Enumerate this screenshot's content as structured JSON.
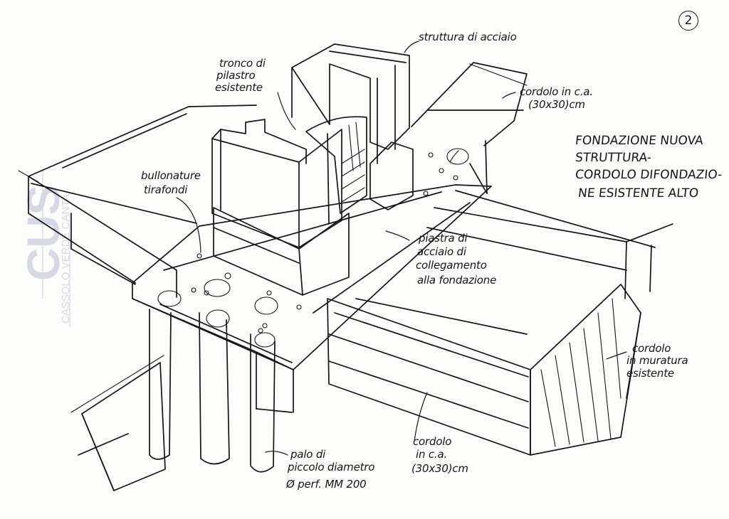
{
  "sheet": {
    "page_number": "2",
    "title_lines": [
      "FONDAZIONE NUOVA",
      "STRUTTURA-",
      "CORDOLO DIFONDAZIO-",
      "NE ESISTENTE ALTO"
    ],
    "bleed_through": [
      "CUS",
      "CASSOLO VERDE CANTA"
    ]
  },
  "labels": {
    "struttura": [
      "struttura di acciaio"
    ],
    "tronco": [
      "tronco di",
      "pilastro",
      "esistente"
    ],
    "cordolo_top": [
      "cordolo in c.a.",
      "(30x30)cm"
    ],
    "bullonature": [
      "bullonature",
      "tirafondi"
    ],
    "piastra": [
      "piastra di",
      "acciaio di",
      "collegamento",
      "alla fondazione"
    ],
    "cordolo_muratura": [
      "cordolo",
      "in muratura",
      "esistente"
    ],
    "palo": [
      "palo di",
      "piccolo diametro",
      "Ø perf. MM 200"
    ],
    "cordolo_bottom": [
      "cordolo",
      "in c.a.",
      "(30x30)cm"
    ]
  }
}
